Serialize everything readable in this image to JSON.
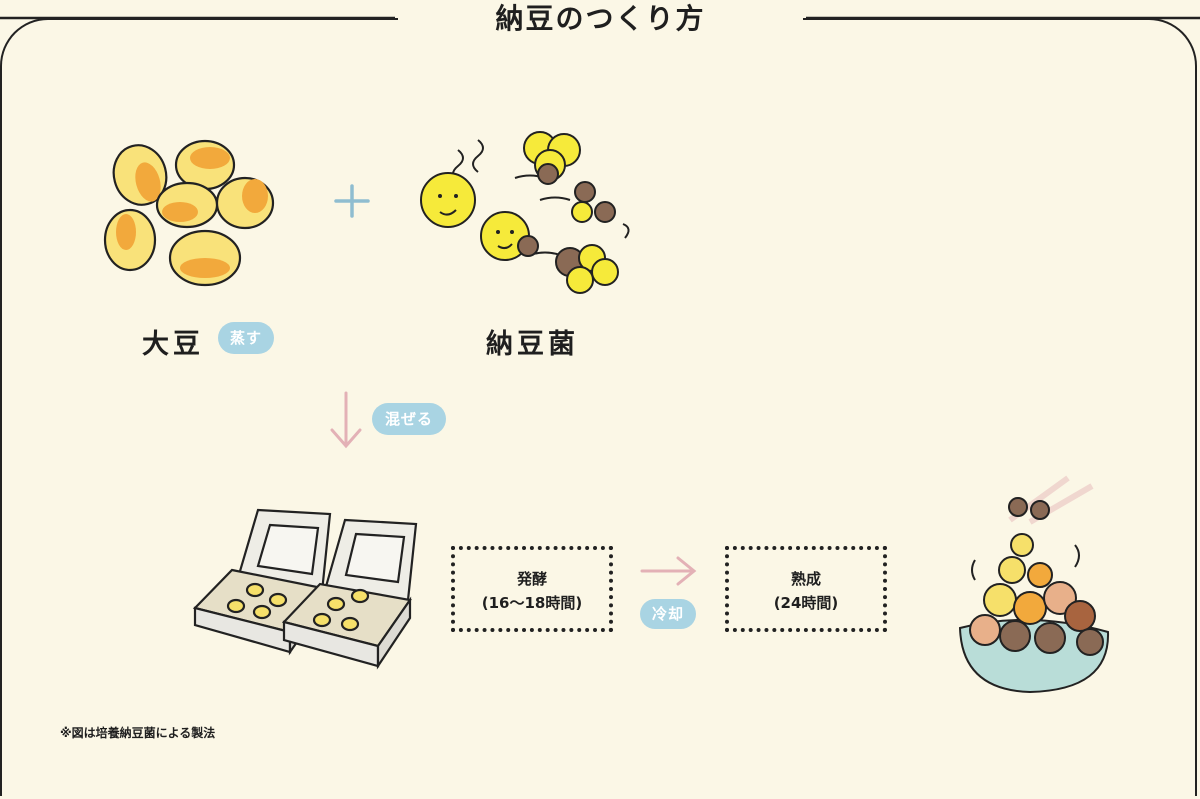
{
  "title": "納豆のつくり方",
  "ingredients": {
    "soybean_label": "大豆",
    "soybean_step": "蒸す",
    "bacteria_label": "納豆菌"
  },
  "steps": {
    "mix": "混ぜる",
    "ferment_title": "発酵",
    "ferment_time": "(16〜18時間)",
    "cool": "冷却",
    "mature_title": "熟成",
    "mature_time": "(24時間)"
  },
  "footnote": "※図は培養納豆菌による製法",
  "colors": {
    "background": "#fbf7e6",
    "pill": "#a9d4e3",
    "bean_yellow": "#f9e27a",
    "bean_orange": "#f2a93c",
    "bacteria_yellow": "#f6ea3a",
    "natto_brown": "#8a6a55",
    "bowl_blue": "#b9ddd8"
  },
  "icons": [
    "plus-icon",
    "down-arrow-icon",
    "right-arrow-icon",
    "chopsticks-icon"
  ]
}
